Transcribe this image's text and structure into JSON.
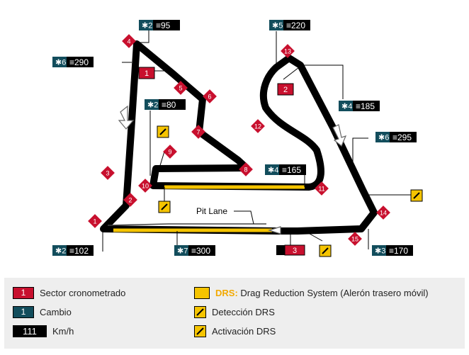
{
  "diagram": {
    "corners": [
      "1",
      "2",
      "3",
      "4",
      "5",
      "6",
      "7",
      "8",
      "9",
      "10",
      "11",
      "12",
      "13",
      "14",
      "15"
    ],
    "sectors": [
      "1",
      "2",
      "3"
    ],
    "gear_speed_boxes": [
      {
        "gear": "2",
        "speed": "95"
      },
      {
        "gear": "6",
        "speed": "290"
      },
      {
        "gear": "2",
        "speed": "80"
      },
      {
        "gear": "5",
        "speed": "220"
      },
      {
        "gear": "4",
        "speed": "185"
      },
      {
        "gear": "6",
        "speed": "295"
      },
      {
        "gear": "4",
        "speed": "165"
      },
      {
        "gear": "2",
        "speed": "102"
      },
      {
        "gear": "7",
        "speed": "300"
      },
      {
        "gear": "3",
        "speed": "170"
      }
    ],
    "pit_lane_label": "Pit Lane"
  },
  "legend": {
    "sector_box": "1",
    "sector_label": "Sector cronometrado",
    "gear_box": "1",
    "gear_label": "Cambio",
    "speed_box": "111",
    "speed_label": "Km/h",
    "drs_strong": "DRS:",
    "drs_label": "Drag Reduction System (Alerón trasero móvil)",
    "detection_label": "Detección DRS",
    "activation_label": "Activación DRS"
  },
  "colors": {
    "track": "#000000",
    "corner_red": "#c8102e",
    "gear_teal": "#124d5c",
    "drs_yellow": "#f5c400"
  }
}
